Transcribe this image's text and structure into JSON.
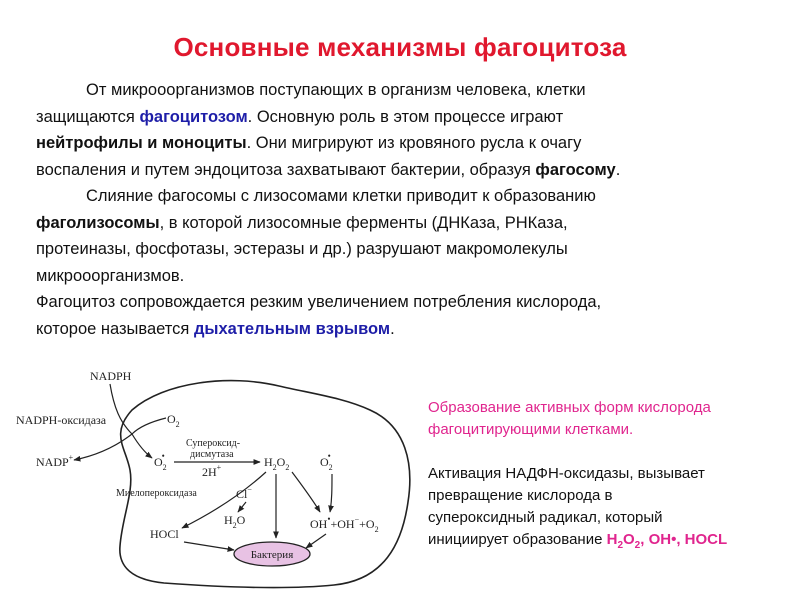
{
  "title": "Основные механизмы фагоцитоза",
  "paragraph": {
    "l1": "От микрооорганизмов поступающих в организм человека, клетки",
    "l2_a": "защищаются ",
    "l2_b": "фагоцитозом",
    "l2_c": ". Основную роль в этом процессе играют",
    "l3_a": "нейтрофилы и моноциты",
    "l3_b": ". Они мигрируют из кровяного русла к очагу",
    "l4_a": "воспаления и путем эндоцитоза захватывают бактерии, образуя ",
    "l4_b": "фагосому",
    "l4_c": ".",
    "l5": "Слияние фагосомы с лизосомами клетки приводит к образованию",
    "l6_a": "фаголизосомы",
    "l6_b": ", в которой лизосомные ферменты  (ДНКаза, РНКаза,",
    "l7": "протеиназы, фосфотазы, эстеразы и др.) разрушают макромолекулы",
    "l8": "микрооорганизмов.",
    "l9": "Фагоцитоз сопровождается резким увеличением потребления кислорода,",
    "l10_a": "которое называется ",
    "l10_b": "дыхательным взрывом",
    "l10_c": "."
  },
  "diagram": {
    "nadph": "NADPH",
    "nadph_oxidase": "NADPH-оксидаза",
    "nadp": "NADP",
    "nadp_sup": "+",
    "o2": "O",
    "o2_sub": "2",
    "o2rad": "O",
    "o2rad_sub": "2",
    "o2rad_sup": "•",
    "sod_1": "Супероксид-",
    "sod_2": "дисмутаза",
    "two_h": "2H",
    "two_h_sup": "+",
    "h2o2": "H",
    "h2o2_sub1": "2",
    "h2o2_o": "O",
    "h2o2_sub2": "2",
    "o2rad2": "O",
    "o2rad2_sub": "2",
    "o2rad2_sup": "•",
    "mpo": "Миелопероксидаза",
    "cl": "Cl",
    "cl_sup": "−",
    "h2o": "H",
    "h2o_sub": "2",
    "h2o_o": "O",
    "hocl": "HOCl",
    "oh_expr": "OH",
    "oh_dot": "•",
    "oh_rest": "+OH",
    "oh_minus": "−",
    "oh_o2": "+O",
    "oh_o2_sub": "2",
    "bacteria": "Бактерия"
  },
  "right_panel": {
    "p1_l1": "Образование активных форм кислорода",
    "p1_l2": "фагоцитирующими клетками.",
    "p2_l1": "Активация НАДФН-оксидазы, вызывает",
    "p2_l2": "превращение  кислорода в",
    "p2_l3": "супероксидный радикал, который",
    "p2_l4_a": "инициирует образование ",
    "p2_l4_b_1": "H",
    "p2_l4_b_2": "2",
    "p2_l4_b_3": "O",
    "p2_l4_b_4": "2",
    "p2_l4_b_5": ", OH•, HOCL"
  },
  "colors": {
    "title": "#e0182e",
    "highlight_blue": "#1e1ea8",
    "pink": "#e0258e",
    "bacteria_fill": "#e8c2e4",
    "diagram_arrow_blue": "#3b4fb0"
  }
}
